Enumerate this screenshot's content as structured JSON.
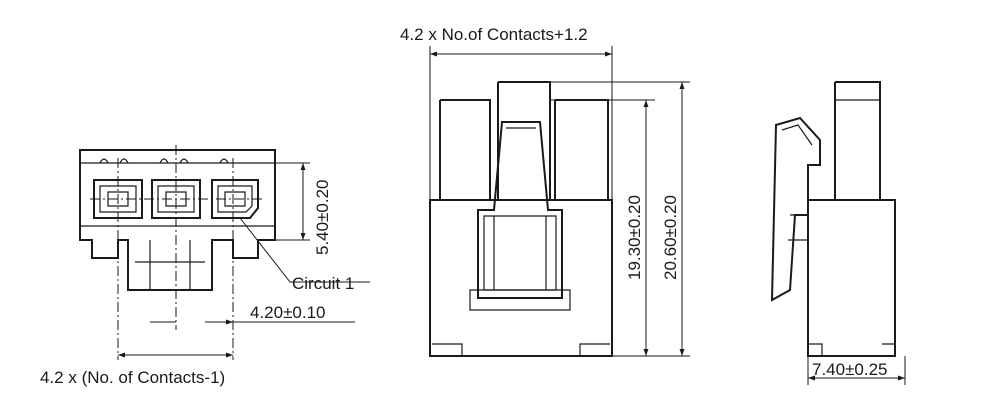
{
  "front_view": {
    "circuit_label": "Circuit 1",
    "dim_height": "5.40±0.20",
    "dim_pitch": "4.20±0.10",
    "dim_span": "4.2 x (No. of Contacts-1)"
  },
  "middle_view": {
    "dim_width": "4.2 x No.of Contacts+1.2",
    "dim_inner_height": "19.30±0.20",
    "dim_total_height": "20.60±0.20"
  },
  "side_view": {
    "dim_depth": "7.40±0.25"
  },
  "colors": {
    "line": "#1a1a1a",
    "background": "#ffffff"
  }
}
